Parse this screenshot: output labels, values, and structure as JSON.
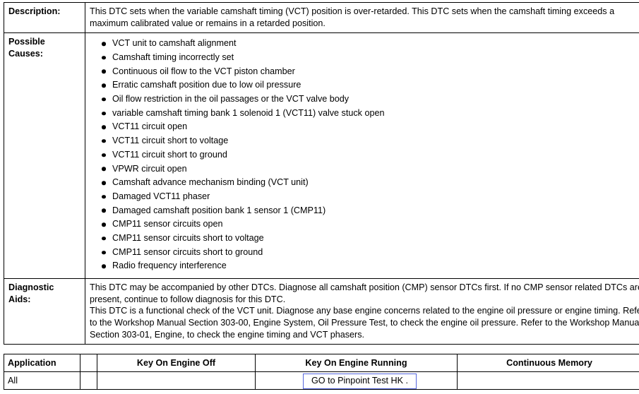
{
  "document": {
    "type": "dtc-diagnostic-table",
    "rows": [
      {
        "label": "Description:",
        "paragraphs": [
          "This DTC sets when the variable camshaft timing (VCT) position is over-retarded. This DTC sets when the camshaft timing exceeds a maximum calibrated value or remains in a retarded position."
        ]
      },
      {
        "label": "Possible\nCauses:",
        "bullets": [
          "VCT unit to camshaft alignment",
          "Camshaft timing incorrectly set",
          "Continuous oil flow to the VCT piston chamber",
          "Erratic camshaft position due to low oil pressure",
          "Oil flow restriction in the oil passages or the VCT valve body",
          "variable camshaft timing bank 1 solenoid 1 (VCT11) valve stuck open",
          "VCT11 circuit open",
          "VCT11 circuit short to voltage",
          "VCT11 circuit short to ground",
          "VPWR circuit open",
          "Camshaft advance mechanism binding (VCT unit)",
          "Damaged VCT11 phaser",
          "Damaged camshaft position bank 1 sensor 1 (CMP11)",
          "CMP11 sensor circuits open",
          "CMP11 sensor circuits short to voltage",
          "CMP11 sensor circuits short to ground",
          "Radio frequency interference"
        ]
      },
      {
        "label": "Diagnostic\nAids:",
        "paragraphs": [
          "This DTC may be accompanied by other DTCs. Diagnose all camshaft position (CMP) sensor DTCs first. If no CMP sensor related DTCs are present, continue to follow diagnosis for this DTC.",
          "This DTC is a functional check of the VCT unit. Diagnose any base engine concerns related to the engine oil pressure or engine timing. Refer to the Workshop Manual Section 303-00, Engine System, Oil Pressure Test, to check the engine oil pressure. Refer to the Workshop Manual Section 303-01, Engine, to check the engine timing and VCT phasers."
        ]
      }
    ]
  },
  "application_table": {
    "headers": {
      "application": "Application",
      "spacer": "",
      "key_on_engine_off": "Key On Engine Off",
      "key_on_engine_running": "Key On Engine Running",
      "continuous_memory": "Continuous Memory"
    },
    "row": {
      "application": "All",
      "spacer": "",
      "key_on_engine_off": "",
      "key_on_engine_running": "GO to Pinpoint Test HK .",
      "continuous_memory": ""
    },
    "highlight_border_color": "#5566dd"
  }
}
